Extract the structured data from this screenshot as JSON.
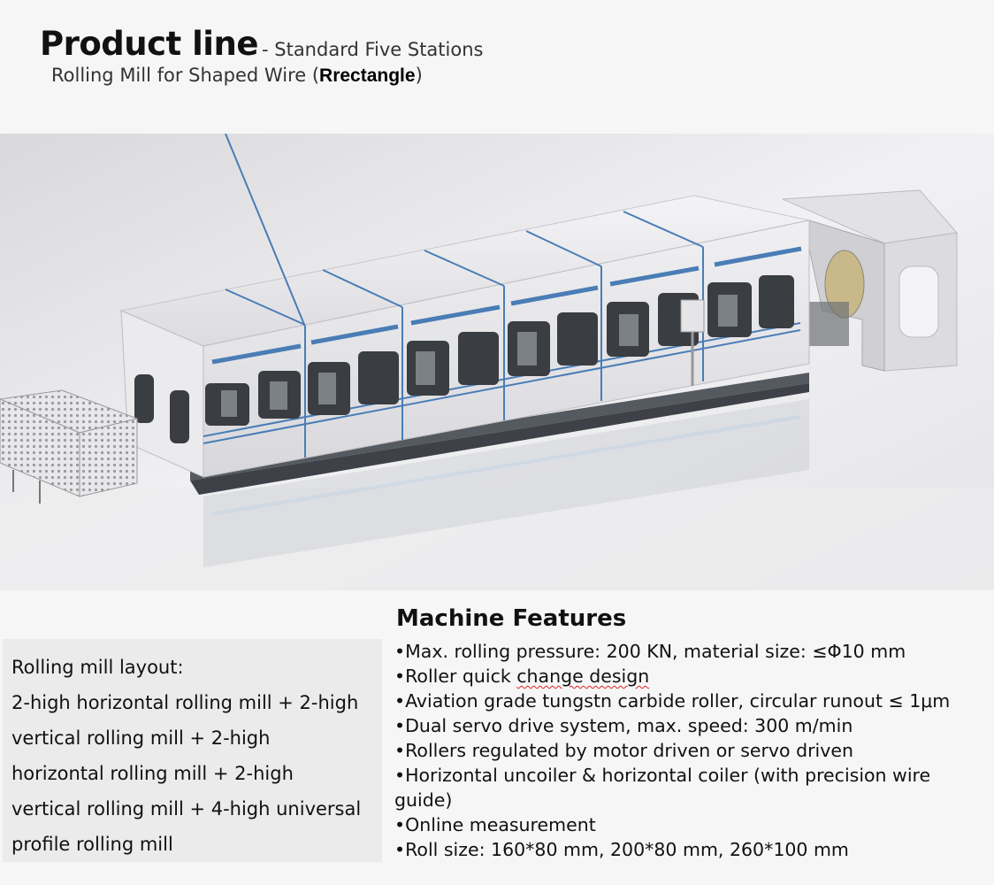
{
  "header": {
    "title": "Product line",
    "subtitle": "- Standard Five Stations",
    "line2_prefix": "Rolling Mill for Shaped Wire (",
    "line2_bold": "Rrectangle",
    "line2_suffix": ")"
  },
  "image": {
    "description_icon": "rolling-mill-render"
  },
  "layout": {
    "lines": [
      "Rolling mill layout:",
      "2-high horizontal rolling mill + 2-high",
      "vertical rolling mill + 2-high",
      "horizontal rolling mill + 2-high",
      "vertical rolling mill + 4-high universal",
      "profile rolling mill"
    ]
  },
  "features": {
    "title": "Machine Features",
    "bullet": "•",
    "items": [
      "Max. rolling pressure: 200 KN, material size: ≤Φ10 mm",
      "Roller quick change design",
      "Aviation grade tungstn carbide roller, circular runout ≤ 1μm",
      "Dual servo drive system, max. speed: 300 m/min",
      "Rollers regulated by motor driven or servo driven",
      "Horizontal uncoiler & horizontal coiler (with precision wire guide)",
      "Online measurement",
      "Roll size: 160*80 mm, 200*80 mm, 260*100 mm"
    ],
    "item2_plain": "Roller quick ",
    "item2_squiggle": "change design"
  },
  "colors": {
    "accent_blue": "#4a7db5",
    "machine_white": "#e9e9ec",
    "window_dark": "#3a3d42"
  }
}
